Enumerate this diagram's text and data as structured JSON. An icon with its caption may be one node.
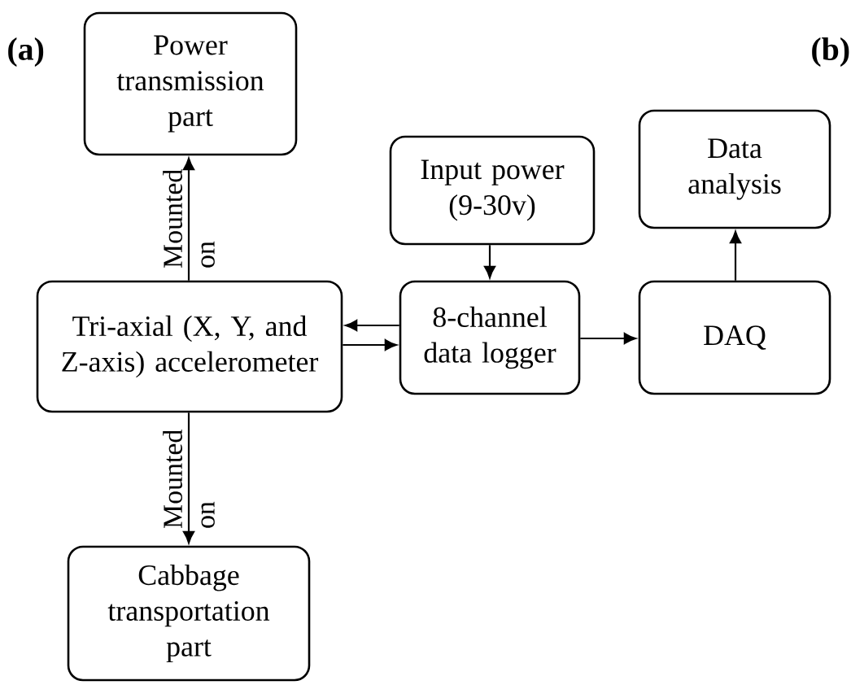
{
  "diagram": {
    "nodes": [
      {
        "text": [
          "Power transmission part"
        ]
      },
      {
        "text": [
          "Tri-axial (X, Y, and Z-axis) accelerometer"
        ]
      },
      {
        "text": [
          "Cabbage transportation part"
        ]
      },
      {
        "text": [
          "Input power (9-30v)"
        ]
      },
      {
        "text": [
          "8-channel data logger"
        ]
      },
      {
        "text": [
          "Data analysis"
        ]
      },
      {
        "text": [
          "DAQ"
        ]
      }
    ],
    "edges": [
      {
        "from": 1,
        "to": 0,
        "arrow": "to",
        "label": "Mounted on"
      },
      {
        "from": 1,
        "to": 2,
        "arrow": "to",
        "label": "Mounted on"
      },
      {
        "from": 3,
        "to": 4,
        "arrow": "to"
      },
      {
        "from": 4,
        "to": 1,
        "arrow": "to"
      },
      {
        "from": 1,
        "to": 4,
        "arrow": "to"
      },
      {
        "from": 4,
        "to": 6,
        "arrow": "to"
      },
      {
        "from": 6,
        "to": 5,
        "arrow": "to"
      }
    ],
    "labels": [
      "(a)",
      "(b)"
    ]
  }
}
